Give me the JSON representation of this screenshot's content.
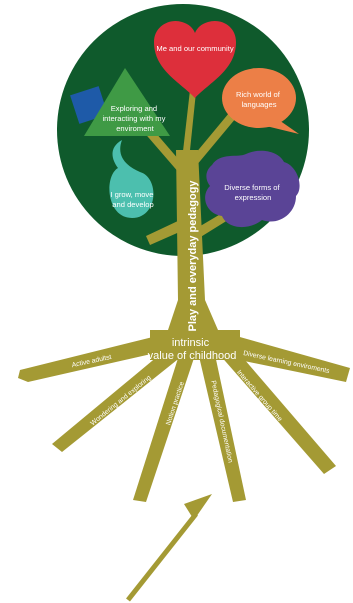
{
  "colors": {
    "crown": "#0f5a2c",
    "trunk": "#a49a34",
    "heart": "#dd2f3b",
    "orange_bubble": "#ec7f47",
    "triangle": "#3f9a45",
    "blue_square": "#1e5aa8",
    "drop": "#4cbfae",
    "purple_blob": "#5a4496",
    "arrow": "#a49a34"
  },
  "leaves": {
    "heart": "Me and our community",
    "bubble_lines": [
      "Rich world of",
      "languages"
    ],
    "triangle_lines": [
      "Exploring and",
      "interacting with my",
      "enviroment"
    ],
    "drop_lines": [
      "I grow, move",
      "and develop"
    ],
    "blob_lines": [
      "Diverse forms of",
      "expression"
    ]
  },
  "trunk_label": "Play and everyday pedagogy",
  "center_lines": [
    "intrinsic",
    "value of childhood"
  ],
  "roots": {
    "active_adult": "Active adultst",
    "wondering": "Wondering and exploring",
    "notion": "Notion practice",
    "documentation": "Pedagogical documentation",
    "group_time": "Interactive group time",
    "environments": "Diverse learning enviroments"
  }
}
